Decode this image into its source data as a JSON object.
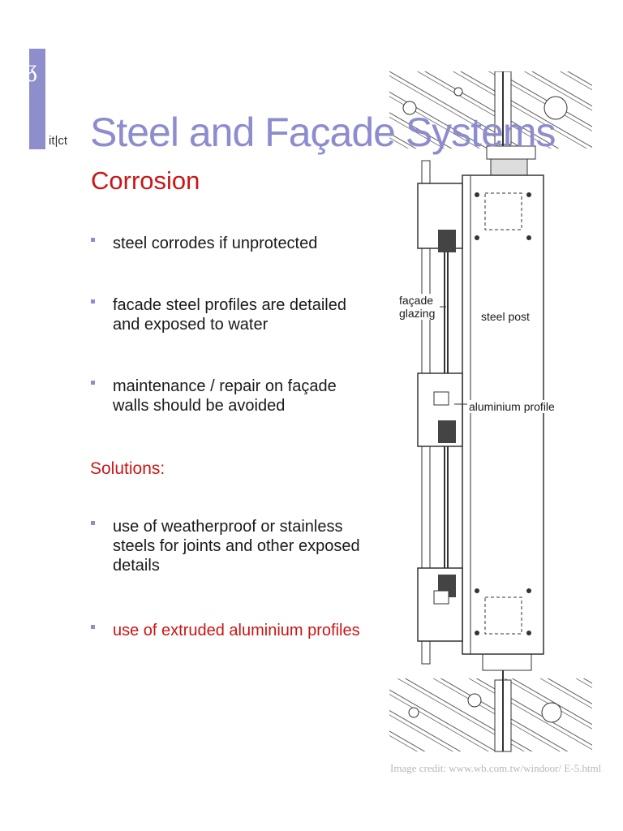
{
  "logo": {
    "text": "it|ct"
  },
  "slide": {
    "title": "Steel and Façade Systems",
    "subtitle": "Corrosion",
    "bullets": [
      "steel corrodes if unprotected",
      "facade steel profiles are detailed and exposed to water",
      "maintenance / repair on façade walls should be avoided"
    ],
    "solutions_heading": "Solutions:",
    "solutions": [
      "use of weatherproof or stainless steels for joints and other exposed details",
      "use of extruded aluminium profiles"
    ]
  },
  "figure": {
    "labels": {
      "facade_glazing": "façade glazing",
      "steel_post": "steel post",
      "aluminium_profile": "aluminium profile"
    },
    "credit": "Image credit: www.wb.com.tw/windoor/ E-5.html"
  },
  "colors": {
    "title": "#8c8ccf",
    "accent_red": "#cc1515",
    "logo": "#8e8ecc"
  }
}
